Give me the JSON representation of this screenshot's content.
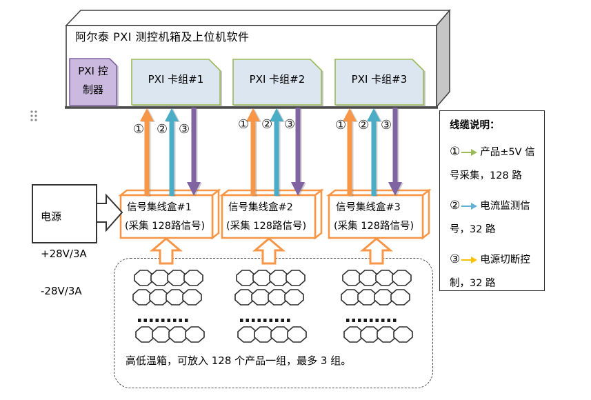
{
  "chassis": {
    "title": "阿尔泰 PXI 测控机箱及上位机软件"
  },
  "controller": {
    "lines": [
      "PXI 控",
      "制器"
    ]
  },
  "cards": [
    {
      "label": "PXI 卡组#1"
    },
    {
      "label": "PXI 卡组#2"
    },
    {
      "label": "PXI 卡组#3"
    }
  ],
  "cable_numbers": [
    "①",
    "②",
    "③"
  ],
  "cable_colors": {
    "signal_acquire": "#F79646",
    "current_monitor": "#4BACC6",
    "power_cutoff": "#8064A2"
  },
  "hubs": [
    {
      "title": "信号集线盒#1",
      "subtitle": "(采集 128路信号)"
    },
    {
      "title": "信号集线盒#2",
      "subtitle": "(采集 128路信号)"
    },
    {
      "title": "信号集线盒#3",
      "subtitle": "(采集 128路信号)"
    }
  ],
  "power": {
    "lines": [
      "电源",
      "+28V/3A",
      "-28V/3A"
    ]
  },
  "legend": {
    "title": "线缆说明：",
    "items": [
      {
        "num": "①",
        "arrow_color": "#9BBB59",
        "text": "产品±5V 信号采集，128 路"
      },
      {
        "num": "②",
        "arrow_color": "#64B1D6",
        "text": "电流监测信号，32 路"
      },
      {
        "num": "③",
        "arrow_color": "#FFC000",
        "text": "电源切断控制，32 路"
      }
    ]
  },
  "chamber": {
    "caption": "高低温箱，可放入 128 个产品一组，最多 3 组。",
    "clusters": 3,
    "octagons_per_row": 4,
    "top_rows": 2,
    "bottom_rows": 1
  },
  "shape_colors": {
    "hub_border": "#F79646",
    "card_fill": "#DCE6F1",
    "card_border": "#9BBB59",
    "controller_fill": "#CBB9E0",
    "controller_border": "#7F62A1",
    "chassis_border": "#404040",
    "chassis_side_fill": "#C6C6C6"
  }
}
